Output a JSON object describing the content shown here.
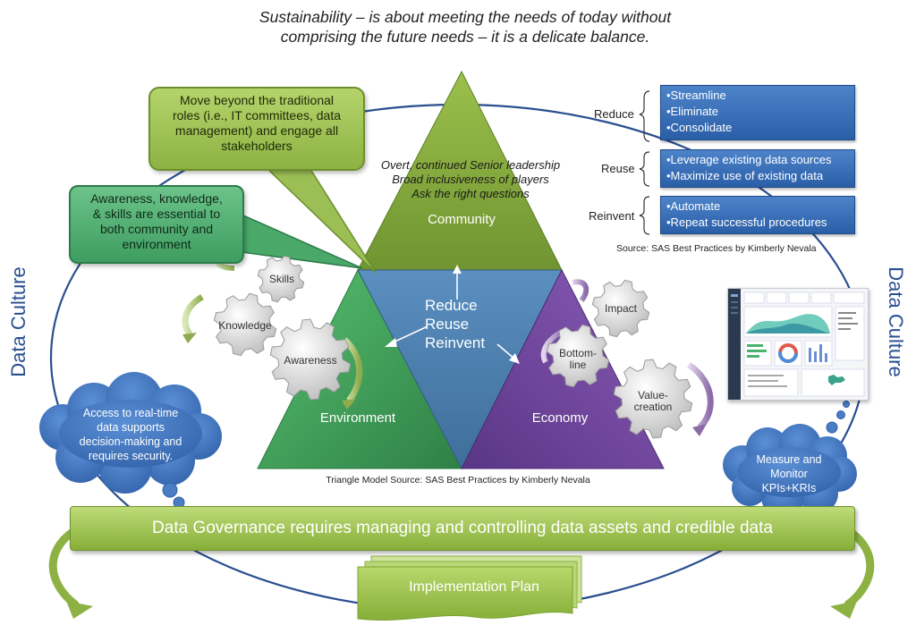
{
  "title": {
    "line1": "Sustainability – is about meeting the needs of today without",
    "line2": "comprising the future needs – it is a delicate balance."
  },
  "data_culture": {
    "left": "Data Culture",
    "right": "Data Culture"
  },
  "callouts": {
    "stakeholders": [
      "Move beyond the traditional",
      "roles (i.e., IT committees, data",
      "management) and engage all",
      "stakeholders"
    ],
    "awareness": [
      "Awareness, knowledge,",
      "& skills are essential to",
      "both community and",
      "environment"
    ]
  },
  "senior": [
    "Overt, continued Senior leadership",
    "Broad inclusiveness of players",
    "Ask the right questions"
  ],
  "triangle": {
    "community": "Community",
    "environment": "Environment",
    "economy": "Economy",
    "center": [
      "Reduce",
      "Reuse",
      "Reinvent"
    ],
    "source": "Triangle Model Source: SAS Best Practices by Kimberly Nevala"
  },
  "gears_left": {
    "skills": "Skills",
    "knowledge": "Knowledge",
    "awareness": "Awareness"
  },
  "gears_right": {
    "impact": "Impact",
    "bottom_line": [
      "Bottom-",
      "line"
    ],
    "value_creation": [
      "Value-",
      "creation"
    ]
  },
  "practices": {
    "reduce": {
      "label": "Reduce",
      "items": [
        "•Streamline",
        "•Eliminate",
        "•Consolidate"
      ]
    },
    "reuse": {
      "label": "Reuse",
      "items": [
        "•Leverage existing data sources",
        "•Maximize use of existing data"
      ]
    },
    "reinvent": {
      "label": "Reinvent",
      "items": [
        "•Automate",
        "•Repeat successful procedures"
      ]
    },
    "source": "Source: SAS Best Practices by Kimberly Nevala"
  },
  "clouds": {
    "left": [
      "Access to real-time",
      "data supports",
      "decision-making and",
      "requires security."
    ],
    "right": [
      "Measure and",
      "Monitor",
      "KPIs+KRIs"
    ]
  },
  "governance": "Data Governance requires managing and controlling data assets and credible data",
  "implementation": "Implementation Plan",
  "colors": {
    "community": "#82a53c",
    "environment": "#48a660",
    "center": "#4a7fac",
    "economy": "#71479a",
    "practice_box": "#3569b0",
    "cloud": "#3e73bd",
    "governance": "#9bc04a"
  }
}
